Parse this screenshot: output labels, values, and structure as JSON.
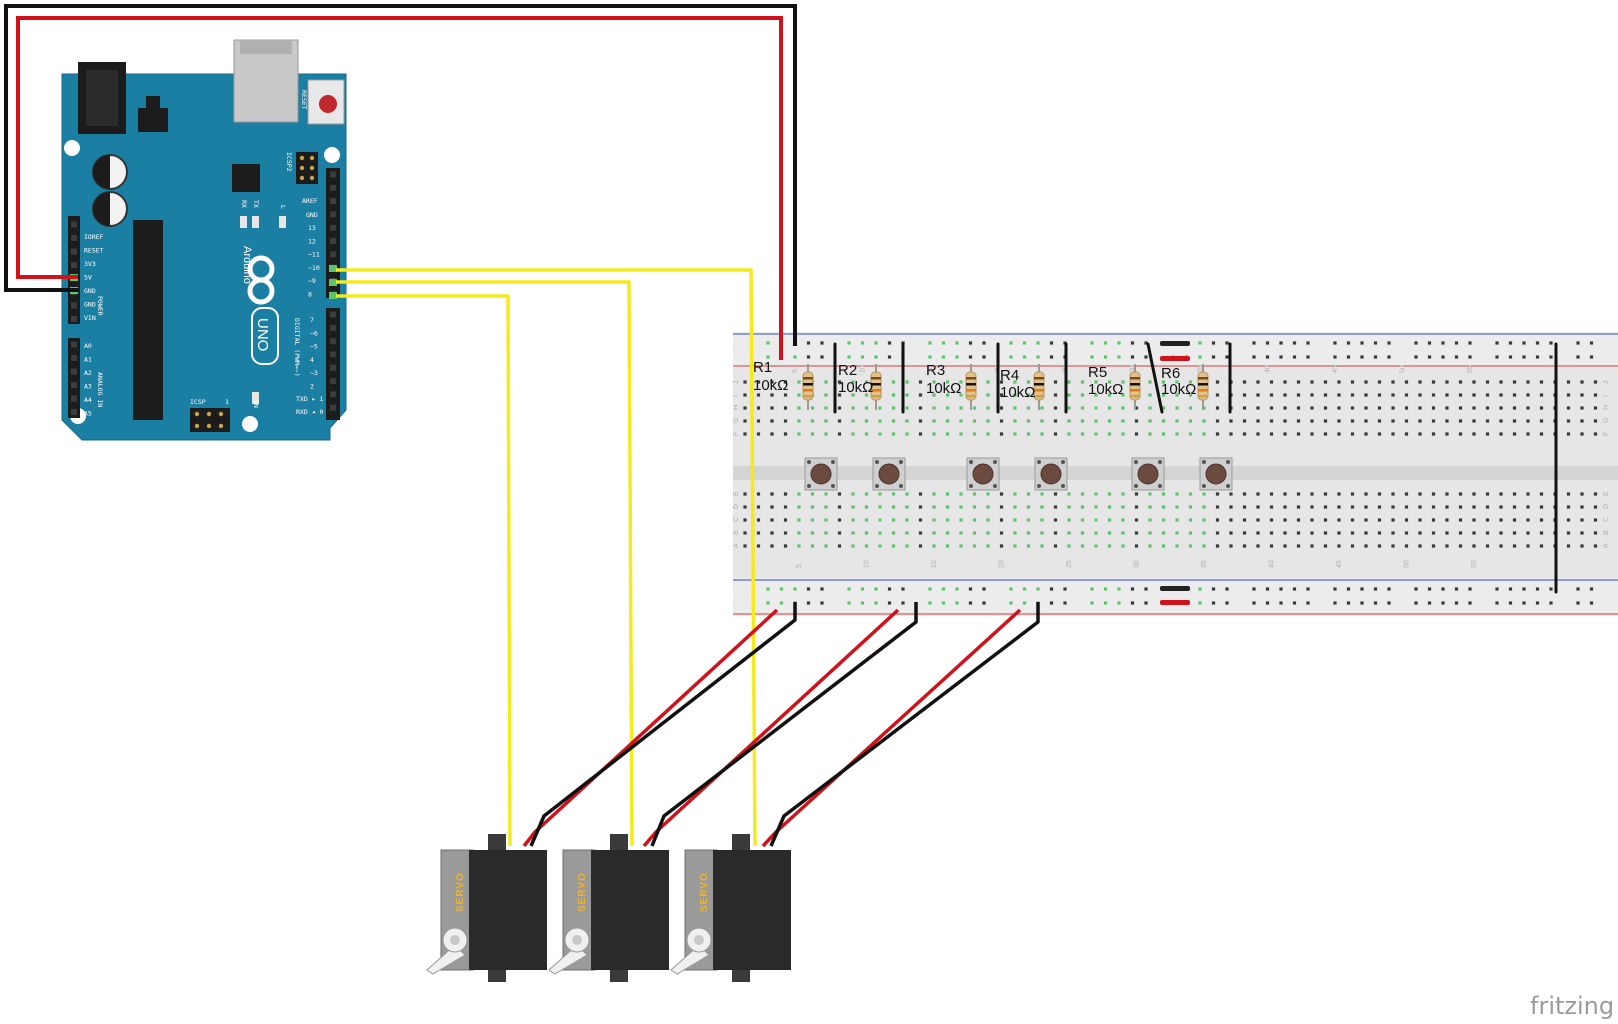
{
  "arduino": {
    "reset_label": "RESET",
    "icsp2_label": "ICSP2",
    "icsp_label": "ICSP",
    "aref_label": "AREF",
    "gnd_label": "GND",
    "tx_label": "TX",
    "rx_label": "RX",
    "l_label": "L",
    "on_label": "ON",
    "one_label": "1",
    "brand_label": "Arduino",
    "uno_label": "UNO",
    "digital_label": "DIGITAL (PWM=~)",
    "power_label": "POWER",
    "analog_label": "ANALOG IN",
    "txd_label": "TXD ▸ 1",
    "rxd_label": "RXD ◂ 0",
    "power_pins": [
      "IOREF",
      "RESET",
      "3V3",
      "5V",
      "GND",
      "GND",
      "VIN"
    ],
    "analog_pins": [
      "A0",
      "A1",
      "A2",
      "A3",
      "A4",
      "A5"
    ],
    "digital_pins_top": [
      "13",
      "12",
      "~11",
      "~10",
      "~9",
      "8"
    ],
    "digital_pins_bottom": [
      "7",
      "~6",
      "~5",
      "4",
      "~3",
      "2"
    ]
  },
  "breadboard": {
    "column_numbers": [
      "5",
      "10",
      "15",
      "20",
      "25",
      "30",
      "35",
      "40",
      "45",
      "50",
      "55"
    ],
    "row_letters_top": [
      "J",
      "I",
      "H",
      "G",
      "F"
    ],
    "row_letters_bottom": [
      "E",
      "D",
      "C",
      "B",
      "A"
    ]
  },
  "resistors": [
    {
      "name": "R1",
      "value": "10kΩ"
    },
    {
      "name": "R2",
      "value": "10kΩ"
    },
    {
      "name": "R3",
      "value": "10kΩ"
    },
    {
      "name": "R4",
      "value": "10kΩ"
    },
    {
      "name": "R5",
      "value": "10kΩ"
    },
    {
      "name": "R6",
      "value": "10kΩ"
    }
  ],
  "servos": [
    {
      "label": "SERVO"
    },
    {
      "label": "SERVO"
    },
    {
      "label": "SERVO"
    }
  ],
  "watermark": "fritzing",
  "colors": {
    "board": "#1a7fa3",
    "wire_power": "#d0121b",
    "wire_ground": "#111111",
    "wire_signal": "#f4ea1c",
    "breadboard": "#e6e6e6",
    "servo_body": "#2a2a2a"
  }
}
